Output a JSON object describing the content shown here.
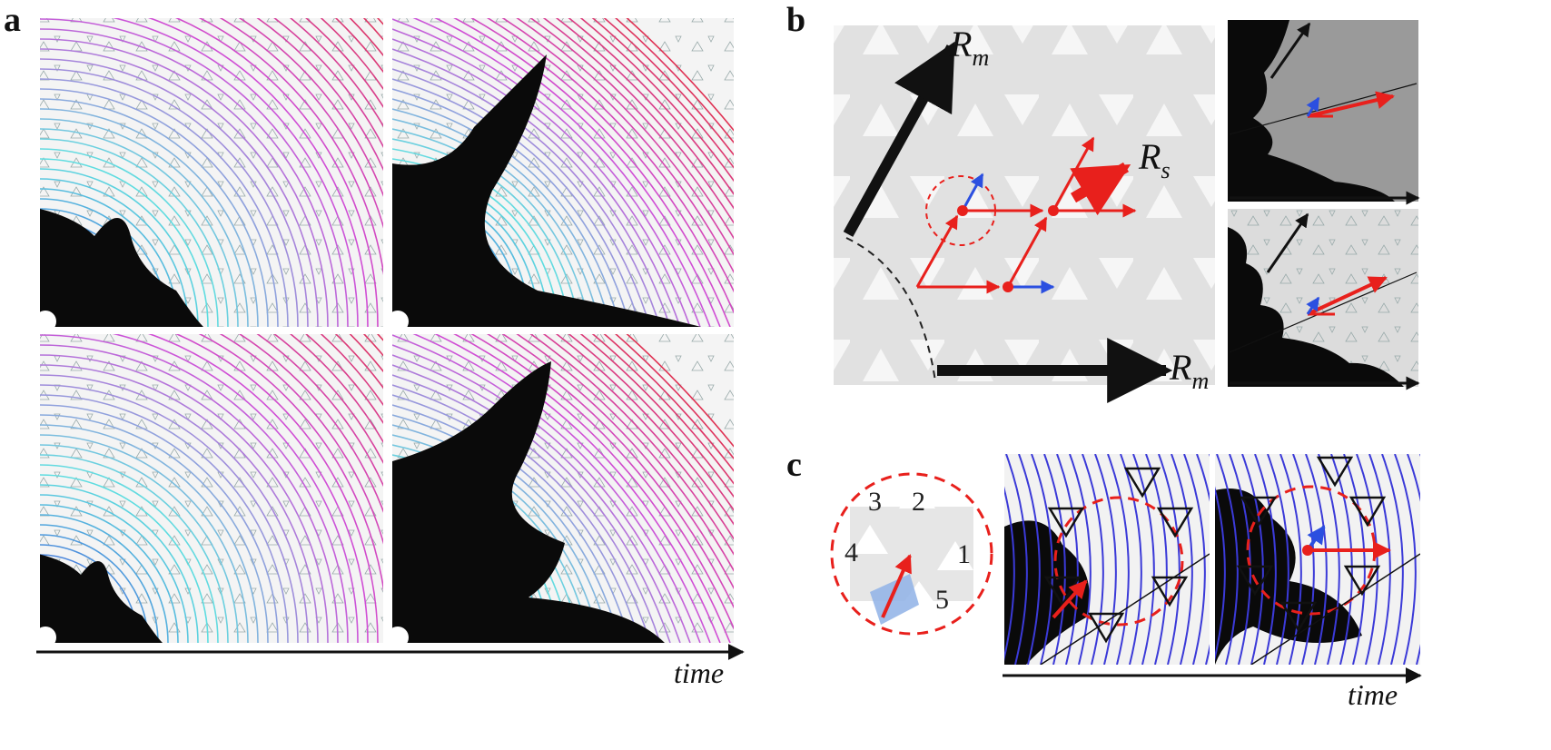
{
  "panels": {
    "a": {
      "letter": "a",
      "axis_label": "time"
    },
    "b": {
      "letter": "b",
      "rm_label_main": "R",
      "rm_label_sub": "m",
      "rs_label_main": "R",
      "rs_label_sub": "s"
    },
    "c": {
      "letter": "c",
      "axis_label": "time",
      "sites": [
        "1",
        "2",
        "3",
        "4",
        "5"
      ]
    }
  },
  "colors": {
    "background": "#ffffff",
    "lattice_bg": "#e1e1e1",
    "crystal": "#0a0a0a",
    "contour_low": "#3b3ad8",
    "contour_mid": "#5fe0e0",
    "contour_high1": "#d04fd8",
    "contour_high2": "#e0304a",
    "vector_red": "#e8201c",
    "vector_blue": "#2b4fe0",
    "axis": "#111111"
  }
}
